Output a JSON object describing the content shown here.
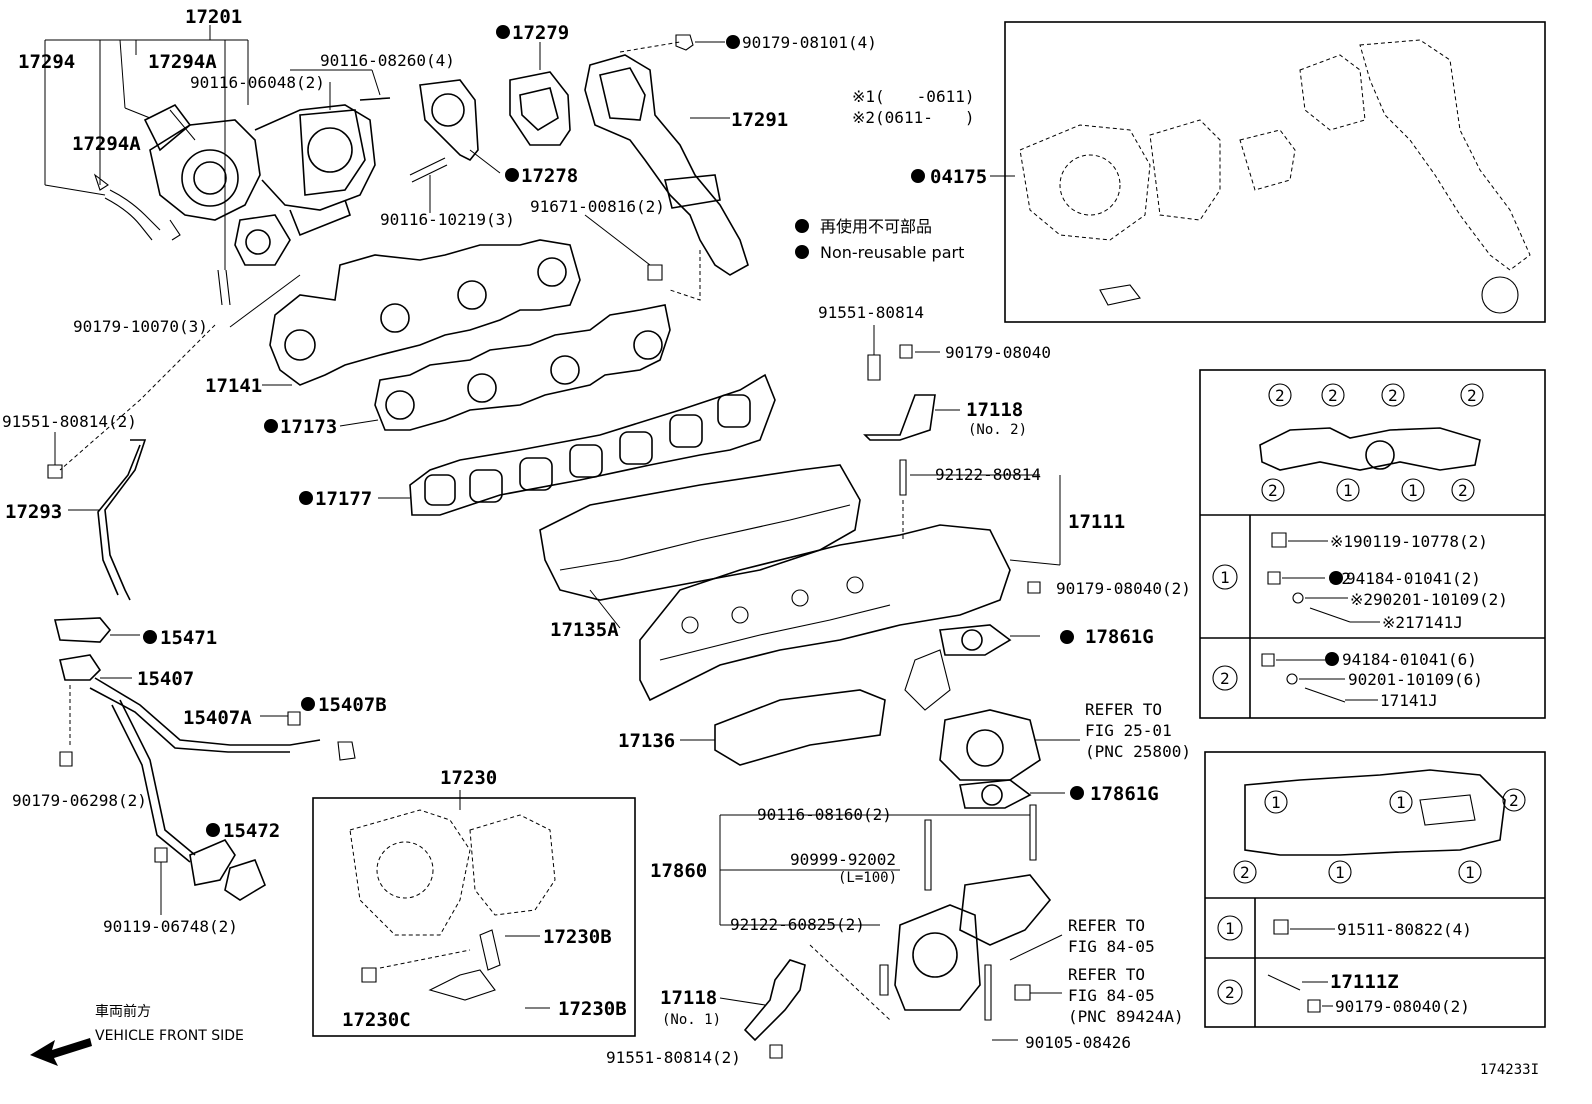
{
  "legend": {
    "non_reusable_jp": "再使用不可部品",
    "non_reusable_en": "Non-reusable part",
    "variant1": "※1(　　-0611)",
    "variant2": "※2(0611-　　)"
  },
  "front": {
    "jp": "車両前方",
    "en": "VEHICLE FRONT SIDE"
  },
  "figure_id": "174233I",
  "labels": {
    "p17201": "17201",
    "p17294": "17294",
    "p17294A_top": "17294A",
    "p17294A_mid": "17294A",
    "p90116_08260": "90116-08260(4)",
    "p90116_06048": "90116-06048(2)",
    "p17279": "17279",
    "p90179_08101": "90179-08101(4)",
    "p17291": "17291",
    "p17278": "17278",
    "p90116_10219": "90116-10219(3)",
    "p91671_00816": "91671-00816(2)",
    "p90179_10070": "90179-10070(3)",
    "p17141": "17141",
    "p17173": "17173",
    "p91551_80814_left": "91551-80814(2)",
    "p17293": "17293",
    "p17177": "17177",
    "p91551_80814_mid": "91551-80814",
    "p90179_08040": "90179-08040",
    "p17118_no2": "17118",
    "p17118_no2_sub": "(No. 2)",
    "p92122_80814": "92122-80814",
    "p17111": "17111",
    "p17135A": "17135A",
    "p90179_08040_2": "90179-08040(2)",
    "p17861G_top": "17861G",
    "p04175": "04175",
    "p15471": "15471",
    "p15407": "15407",
    "p15407A": "15407A",
    "p15407B": "15407B",
    "p90179_06298": "90179-06298(2)",
    "p15472": "15472",
    "p90119_06748": "90119-06748(2)",
    "p17230": "17230",
    "p17230B_1": "17230B",
    "p17230B_2": "17230B",
    "p17230C": "17230C",
    "p17136": "17136",
    "p17861G_bot": "17861G",
    "refer1_a": "REFER TO",
    "refer1_b": "FIG 25-01",
    "refer1_c": "(PNC 25800)",
    "p90116_08160": "90116-08160(2)",
    "p17860": "17860",
    "p90999_92002": "90999-92002",
    "p90999_sub": "(L=100)",
    "p92122_60825": "92122-60825(2)",
    "refer2_a": "REFER TO",
    "refer2_b": "FIG 84-05",
    "refer3_a": "REFER TO",
    "refer3_b": "FIG 84-05",
    "refer3_c": "(PNC 89424A)",
    "p17118_no1": "17118",
    "p17118_no1_sub": "(No. 1)",
    "p91551_80814_bot": "91551-80814(2)",
    "p90105_08426": "90105-08426"
  },
  "inset_manifold": {
    "markers_top": [
      "2",
      "2",
      "2",
      "2"
    ],
    "markers_bottom": [
      "2",
      "1",
      "1",
      "2"
    ],
    "row1_marker": "1",
    "row1_items": [
      "※190119-10778(2)",
      "※2",
      "94184-01041(2)",
      "※290201-10109(2)",
      "※217141J"
    ],
    "row2_marker": "2",
    "row2_items": [
      "94184-01041(6)",
      "90201-10109(6)",
      "17141J"
    ]
  },
  "inset_intake": {
    "markers": [
      "1",
      "1",
      "2",
      "2",
      "1",
      "1"
    ],
    "row1_marker": "1",
    "row1_item": "91511-80822(4)",
    "row2_marker": "2",
    "row2_items": [
      "17111Z",
      "90179-08040(2)"
    ]
  }
}
